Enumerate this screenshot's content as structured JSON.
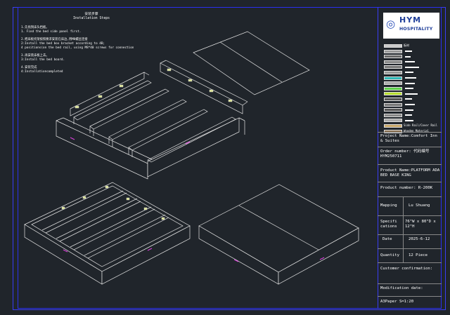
{
  "install": {
    "title": "安装步骤\nInstallation Steps",
    "steps": [
      "1.先找到床头挡板。\n1. Find the bed side panel first.",
      "2.把床板托架按照要求安装在床边,用M8螺丝连接\n2:Install the bed box bracket according to 4B;\n4 positions(on the bed rail, using M8*40 screws for connection",
      "3.再安装床板上去。\n3:Install the bed board.",
      "4.安装完成\n4:Installationcompleted"
    ]
  },
  "brand": {
    "name": "HYM",
    "sub": "HOSPITALITY",
    "color": "#1e3e9a"
  },
  "legend": {
    "rows": [
      {
        "label": "板材",
        "swatch": "#c8c8c8"
      },
      {
        "label": "",
        "swatch": "#9a9a9a"
      },
      {
        "label": "",
        "swatch": "#666"
      },
      {
        "label": "",
        "swatch": "#888"
      },
      {
        "label": "",
        "swatch": "#777"
      },
      {
        "label": "",
        "swatch": "#999"
      },
      {
        "label": "",
        "swatch": "#2fb8b8"
      },
      {
        "label": "",
        "swatch": "#aaa"
      },
      {
        "label": "",
        "swatch": "#5dd04a"
      },
      {
        "label": "",
        "swatch": "#b8e030"
      },
      {
        "label": "",
        "swatch": "#555"
      },
      {
        "label": "",
        "swatch": "#777"
      },
      {
        "label": "",
        "swatch": "#555"
      },
      {
        "label": "",
        "swatch": "#888"
      },
      {
        "label": "",
        "swatch": "#aaa"
      }
    ],
    "wide1": "Side Rail/Cover Rail",
    "wide2": "Wooden Material"
  },
  "title_block": {
    "project": "Project Name:Comfort Inn & Suites",
    "order": "Order number: 代码编号HYM250711",
    "product_name": "Product Name:PLATFORM ADA BED BASE KING",
    "product_number": "Product number: R-200K",
    "mapping_label": "Mapping",
    "mapping_value": "Lu Shuang",
    "spec_label": "Specifi cations",
    "spec_value": "76\"W x 80\"D x 12\"H",
    "date_label": "Date",
    "date_value": "2025-6-12",
    "qty_label": "Quantity",
    "qty_value": "12 Piece",
    "customer": "Customer confirmation:",
    "modification": "Modification date:",
    "paper": "A3Paper S=1:20"
  },
  "colors": {
    "background": "#20252b",
    "frame": "#3a3df5",
    "line": "#e6e6e6",
    "accent": "#e040e0",
    "hardware": "#d8e090"
  }
}
